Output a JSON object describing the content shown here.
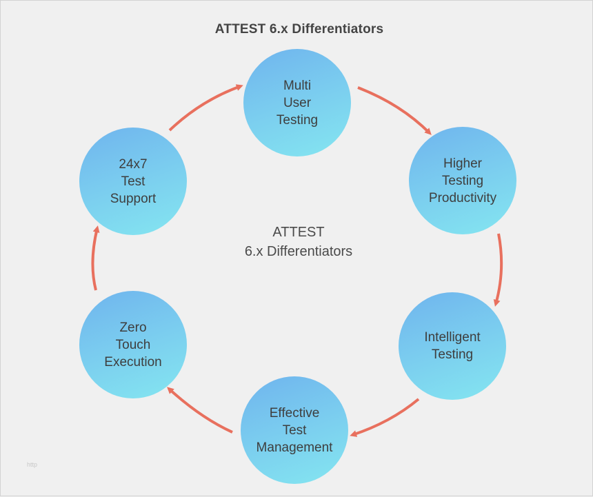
{
  "title": "ATTEST 6.x Differentiators",
  "center": {
    "line1": "ATTEST",
    "line2": "6.x Differentiators"
  },
  "nodes": [
    {
      "id": "multi-user-testing",
      "lines": [
        "Multi",
        "User",
        "Testing"
      ]
    },
    {
      "id": "higher-testing-productivity",
      "lines": [
        "Higher",
        "Testing",
        "Productivity"
      ]
    },
    {
      "id": "intelligent-testing",
      "lines": [
        "Intelligent",
        "Testing"
      ]
    },
    {
      "id": "effective-test-management",
      "lines": [
        "Effective",
        "Test",
        "Management"
      ]
    },
    {
      "id": "zero-touch-execution",
      "lines": [
        "Zero",
        "Touch",
        "Execution"
      ]
    },
    {
      "id": "24x7-test-support",
      "lines": [
        "24x7",
        "Test",
        "Support"
      ]
    }
  ],
  "watermark": "http",
  "colors": {
    "background": "#f0f0f0",
    "arrow": "#e8705e",
    "node_gradient_start": "#6fb4ee",
    "node_gradient_end": "#84e6f0",
    "text": "#444444"
  }
}
